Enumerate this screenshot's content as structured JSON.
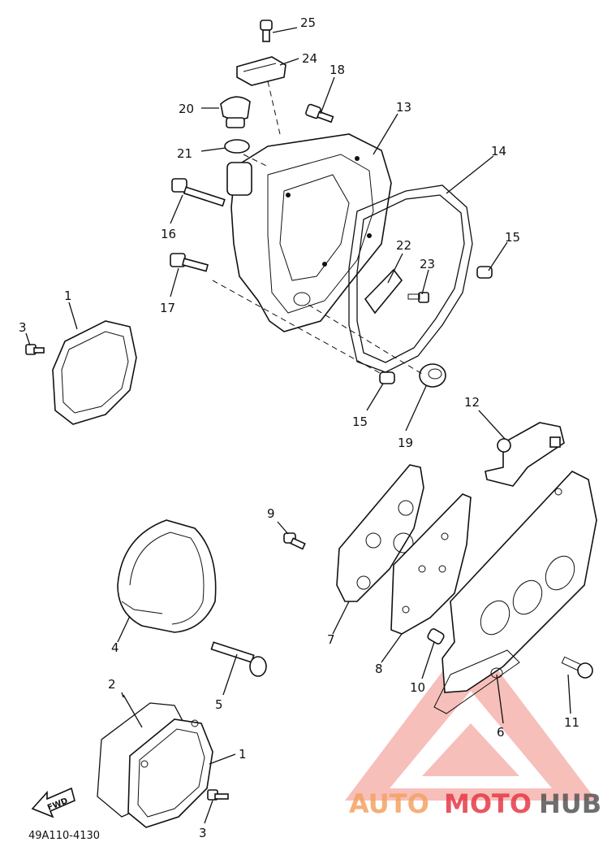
{
  "diagram_code": "49A110-4130",
  "fwd_label": "FWD",
  "watermark": {
    "auto": "AUTO",
    "moto": "MOTO",
    "hub": "HUB"
  },
  "colors": {
    "watermark_orange": "#f4a261",
    "watermark_red": "#e63946",
    "watermark_gray": "#555555",
    "triangle": "#f28b82"
  },
  "callouts": {
    "c25": "25",
    "c24": "24",
    "c18": "18",
    "c13": "13",
    "c14": "14",
    "c20": "20",
    "c21": "21",
    "c16": "16",
    "c22": "22",
    "c23": "23",
    "c15a": "15",
    "c15b": "15",
    "c17": "17",
    "c1a": "1",
    "c3a": "3",
    "c19": "19",
    "c12": "12",
    "c9": "9",
    "c4": "4",
    "c5": "5",
    "c7": "7",
    "c8": "8",
    "c10": "10",
    "c6": "6",
    "c11": "11",
    "c2": "2",
    "c1b": "1",
    "c3b": "3"
  }
}
